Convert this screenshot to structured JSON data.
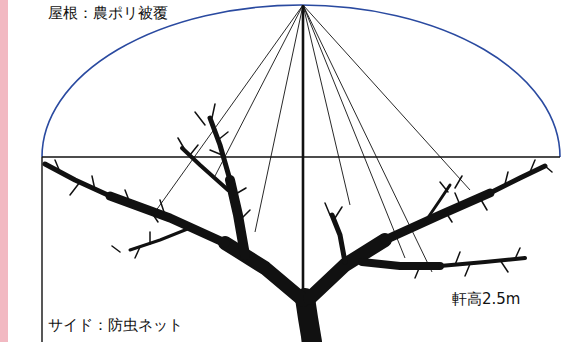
{
  "diagram": {
    "labels": [
      "屋根：農ポリ被覆",
      "軒高2.5m",
      "サイド：防虫ネット"
    ]
  }
}
